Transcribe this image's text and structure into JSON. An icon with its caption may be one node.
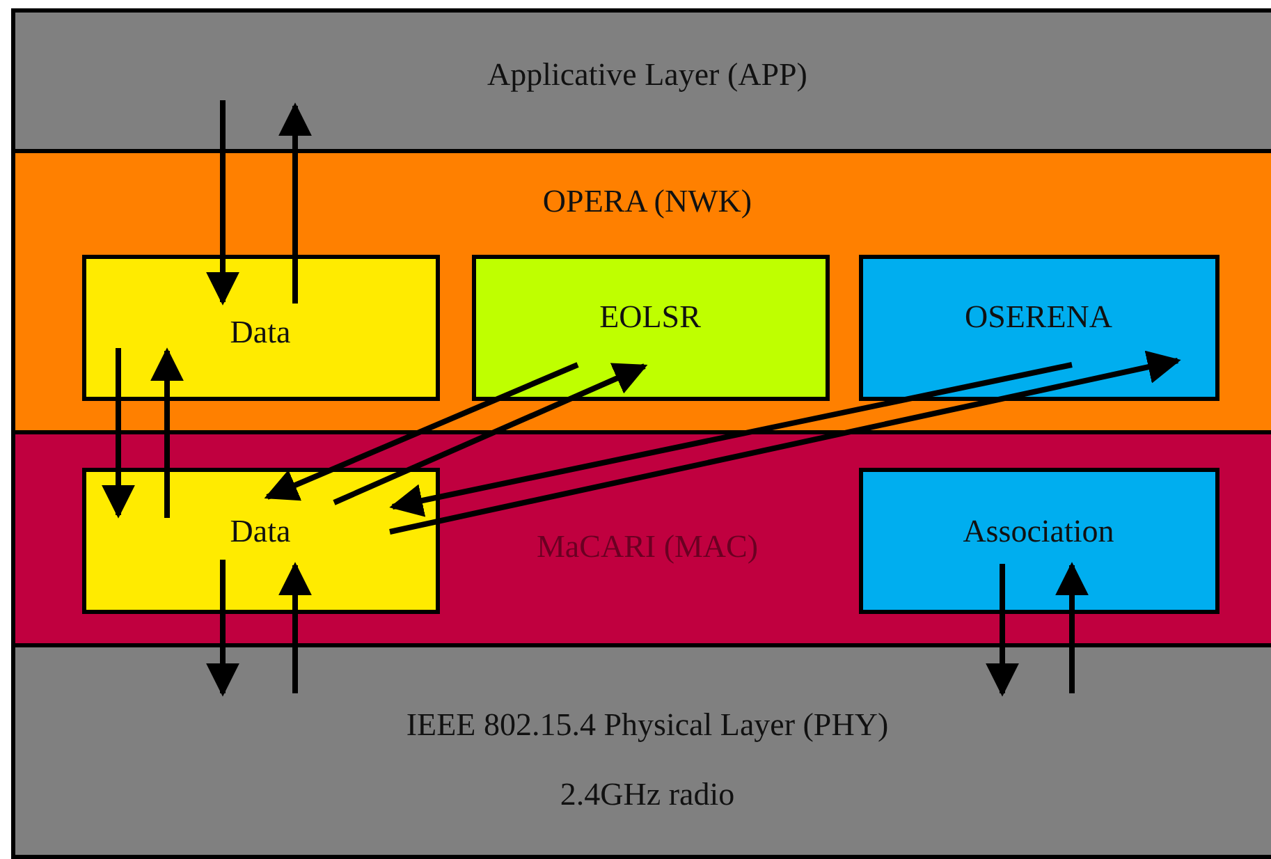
{
  "diagram": {
    "nodes": [
      {
        "text": [
          "Applicative Layer (APP)"
        ]
      },
      {
        "text": [
          "OPERA (NWK)"
        ]
      },
      {
        "text": [
          "Data"
        ],
        "in": 1
      },
      {
        "text": [
          "EOLSR"
        ],
        "in": 1
      },
      {
        "text": [
          "OSERENA"
        ],
        "in": 1
      },
      {
        "text": [
          "MaCARI (MAC)"
        ]
      },
      {
        "text": [
          "Data"
        ],
        "in": 5
      },
      {
        "text": [
          "Association"
        ],
        "in": 5
      },
      {
        "text": [
          "IEEE 802.15.4 Physical Layer (PHY)",
          "2.4GHz radio"
        ]
      }
    ],
    "edges": [
      {
        "from": 0,
        "to": 2,
        "arrow": "to"
      },
      {
        "from": 2,
        "to": 0,
        "arrow": "to"
      },
      {
        "from": 2,
        "to": 6,
        "arrow": "to"
      },
      {
        "from": 6,
        "to": 2,
        "arrow": "to"
      },
      {
        "from": 3,
        "to": 6,
        "arrow": "to"
      },
      {
        "from": 6,
        "to": 3,
        "arrow": "to"
      },
      {
        "from": 4,
        "to": 6,
        "arrow": "to"
      },
      {
        "from": 6,
        "to": 4,
        "arrow": "to"
      },
      {
        "from": 6,
        "to": 8,
        "arrow": "to"
      },
      {
        "from": 8,
        "to": 6,
        "arrow": "to"
      },
      {
        "from": 7,
        "to": 8,
        "arrow": "to"
      },
      {
        "from": 8,
        "to": 7,
        "arrow": "to"
      }
    ]
  }
}
